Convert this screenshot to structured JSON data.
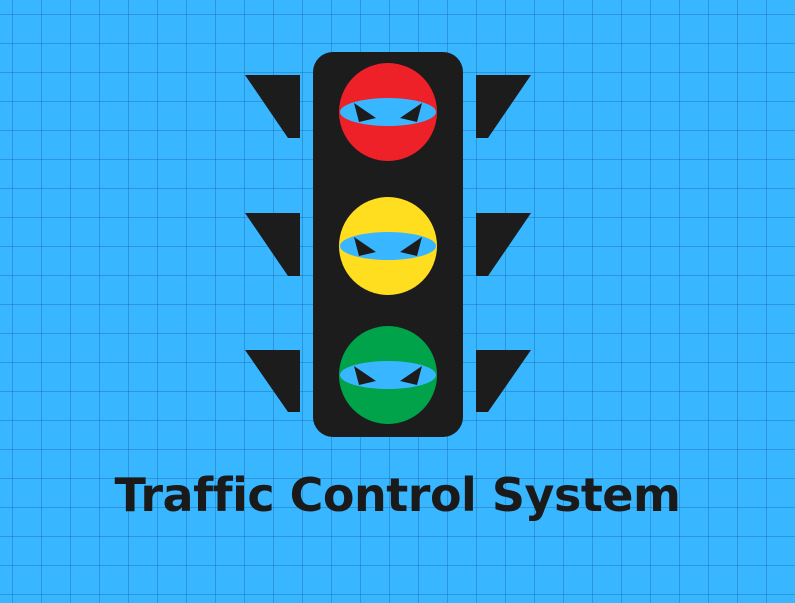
{
  "title": "Traffic Control System",
  "colors": {
    "background": "#38b6ff",
    "housing": "#1c1c1c",
    "red": "#ee2028",
    "yellow": "#ffde20",
    "green": "#00a34a",
    "mask": "#38b6ff",
    "eyes": "#1c1c1c"
  },
  "lights": [
    {
      "name": "red-light",
      "color": "red"
    },
    {
      "name": "yellow-light",
      "color": "yellow"
    },
    {
      "name": "green-light",
      "color": "green"
    }
  ]
}
